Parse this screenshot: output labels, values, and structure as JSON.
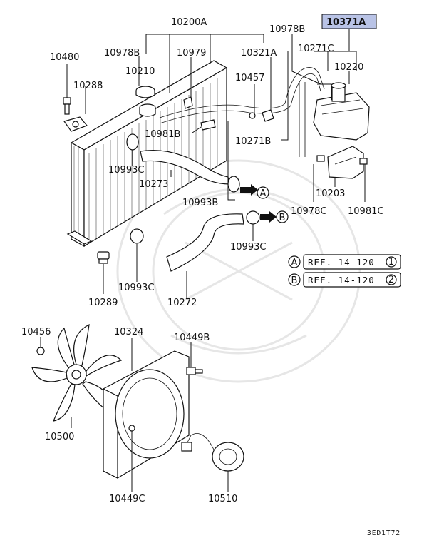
{
  "parts": {
    "p10200A": "10200A",
    "p10371A": "10371A",
    "p10480": "10480",
    "p10978B_left": "10978B",
    "p10979": "10979",
    "p10321A": "10321A",
    "p10978B_top": "10978B",
    "p10271C": "10271C",
    "p10210": "10210",
    "p10288": "10288",
    "p10457": "10457",
    "p10220": "10220",
    "p10981B": "10981B",
    "p10271B": "10271B",
    "p10993C_a": "10993C",
    "p10273": "10273",
    "p10993B": "10993B",
    "p10203": "10203",
    "p10978C": "10978C",
    "p10981C": "10981C",
    "p10993C_b": "10993C",
    "p10289": "10289",
    "p10993C_c": "10993C",
    "p10272": "10272",
    "p10456": "10456",
    "p10324": "10324",
    "p10449B": "10449B",
    "p10500": "10500",
    "p10449C": "10449C",
    "p10510": "10510"
  },
  "refs": {
    "a_marker": "A",
    "b_marker": "B",
    "a_text": "REF. 14-120",
    "a_num": "1",
    "b_text": "REF. 14-120",
    "b_num": "2"
  },
  "diagram_code": "3ED1T72",
  "colors": {
    "highlight": "#b9c3e6",
    "ink": "#111111"
  }
}
